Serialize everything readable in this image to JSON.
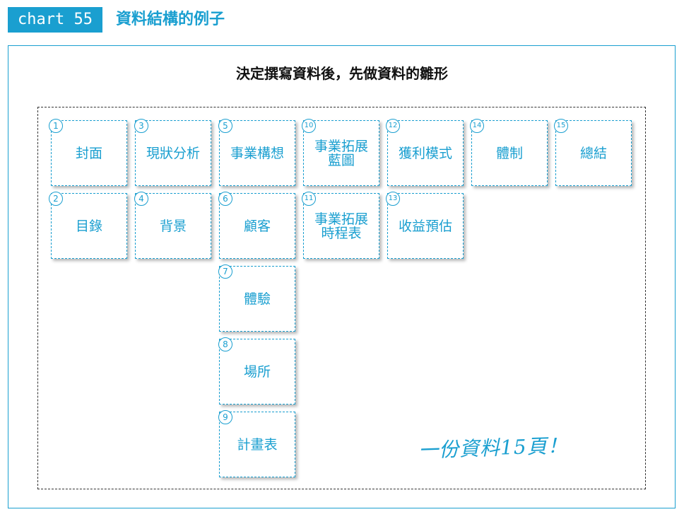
{
  "header": {
    "chart_tag": "chart 55",
    "title": "資料結構的例子"
  },
  "main_title": "決定撰寫資料後，先做資料的雛形",
  "cards": [
    {
      "num": "1",
      "label": "封面"
    },
    {
      "num": "2",
      "label": "目錄"
    },
    {
      "num": "3",
      "label": "現狀分析"
    },
    {
      "num": "4",
      "label": "背景"
    },
    {
      "num": "5",
      "label": "事業構想"
    },
    {
      "num": "6",
      "label": "顧客"
    },
    {
      "num": "7",
      "label": "體驗"
    },
    {
      "num": "8",
      "label": "場所"
    },
    {
      "num": "9",
      "label": "計畫表"
    },
    {
      "num": "10",
      "label": "事業拓展\n藍圖"
    },
    {
      "num": "11",
      "label": "事業拓展\n時程表"
    },
    {
      "num": "12",
      "label": "獲利模式"
    },
    {
      "num": "13",
      "label": "收益預估"
    },
    {
      "num": "14",
      "label": "體制"
    },
    {
      "num": "15",
      "label": "總結"
    }
  ],
  "note": "一份資料15頁！",
  "colors": {
    "accent": "#1a9fd0",
    "text": "#111111"
  }
}
